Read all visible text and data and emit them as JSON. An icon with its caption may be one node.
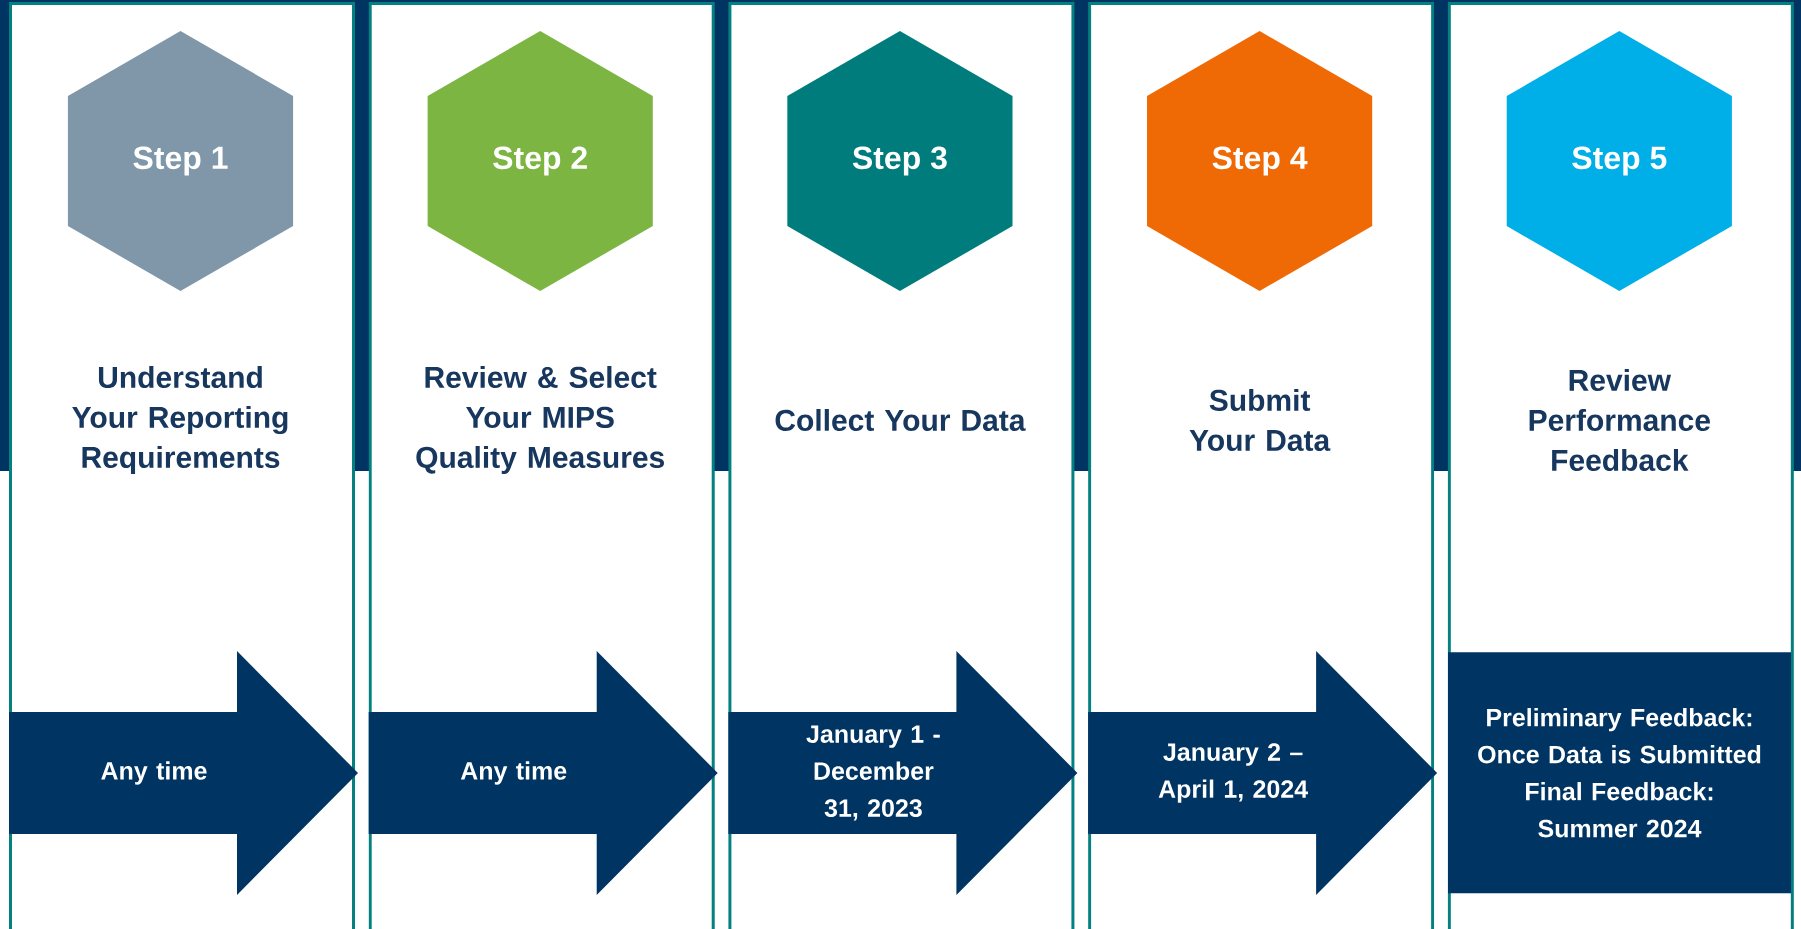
{
  "diagram": {
    "nodes": [
      {
        "text": [
          "Understand Your Reporting Requirements"
        ]
      },
      {
        "text": [
          "Step 1"
        ],
        "in": 0
      },
      {
        "text": [
          "Any time"
        ],
        "in": 0
      },
      {
        "text": [
          "Review & Select Your MIPS Quality Measures"
        ]
      },
      {
        "text": [
          "Step 2"
        ],
        "in": 3
      },
      {
        "text": [
          "Any time"
        ],
        "in": 3
      },
      {
        "text": [
          "Collect Your Data"
        ]
      },
      {
        "text": [
          "Step 3"
        ],
        "in": 6
      },
      {
        "text": [
          "January 1 - December 31, 2023"
        ],
        "in": 6
      },
      {
        "text": [
          "Submit Your Data"
        ]
      },
      {
        "text": [
          "Step 4"
        ],
        "in": 9
      },
      {
        "text": [
          "January 2 – April 1, 2024"
        ],
        "in": 9
      },
      {
        "text": [
          "Review Performance Feedback"
        ]
      },
      {
        "text": [
          "Step 5"
        ],
        "in": 12
      },
      {
        "text": [
          "Preliminary Feedback: Once Data is Submitted Final Feedback: Summer 2024"
        ],
        "in": 12
      }
    ]
  }
}
